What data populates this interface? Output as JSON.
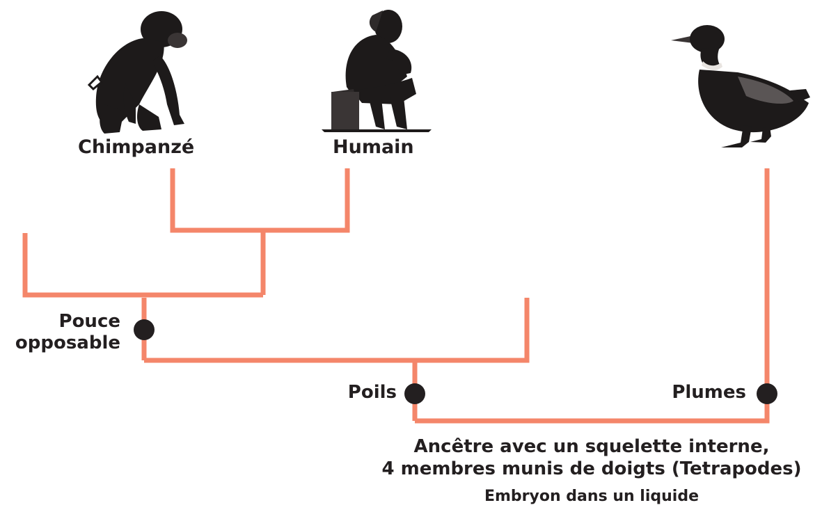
{
  "taxa": {
    "chimp": "Chimpanzé",
    "human": "Humain"
  },
  "traits": {
    "thumb_line1": "Pouce",
    "thumb_line2": "opposable",
    "hair": "Poils",
    "feathers": "Plumes"
  },
  "ancestor": {
    "line1": "Ancêtre avec un squelette interne,",
    "line2": "4 membres munis de doigts (Tetrapodes)",
    "line3": "Embryon dans un liquide"
  },
  "illustrations": {
    "chimp": "chimpanzee-illustration",
    "human": "thinker-statue-illustration",
    "duck": "duck-illustration"
  },
  "colors": {
    "branch": "#f4866a",
    "node": "#231f20",
    "text": "#231f20"
  }
}
